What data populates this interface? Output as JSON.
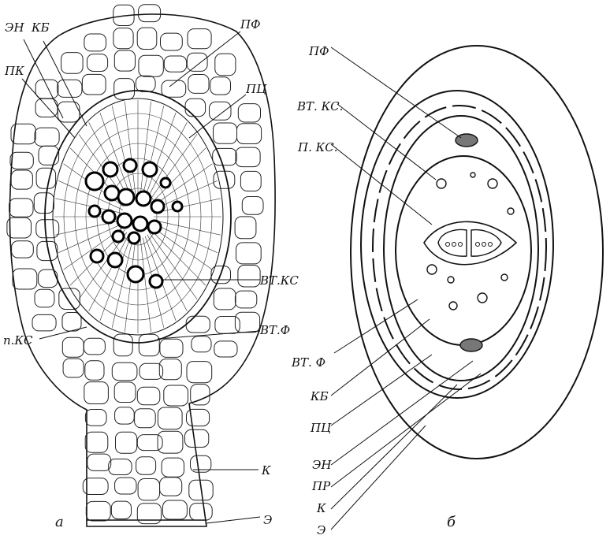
{
  "panel_a": {
    "panel_label": "а",
    "labels": {
      "en": "ЭН",
      "kb": "КБ",
      "pk": "ПК",
      "pf": "ПФ",
      "pc": "ПЦ",
      "vt_ks": "ВТ.КС",
      "p_ks": "п.КС",
      "vt_f": "ВТ.Ф",
      "k": "К",
      "e": "Э"
    }
  },
  "panel_b": {
    "panel_label": "б",
    "labels": {
      "pf": "ПФ",
      "vt_ks": "ВТ. КС.",
      "p_ks": "П. КС.",
      "vt_f": "ВТ. Ф",
      "kb": "КБ",
      "pc": "ПЦ",
      "en": "ЭН",
      "pr": "ПР",
      "k": "К",
      "e": "Э"
    }
  }
}
